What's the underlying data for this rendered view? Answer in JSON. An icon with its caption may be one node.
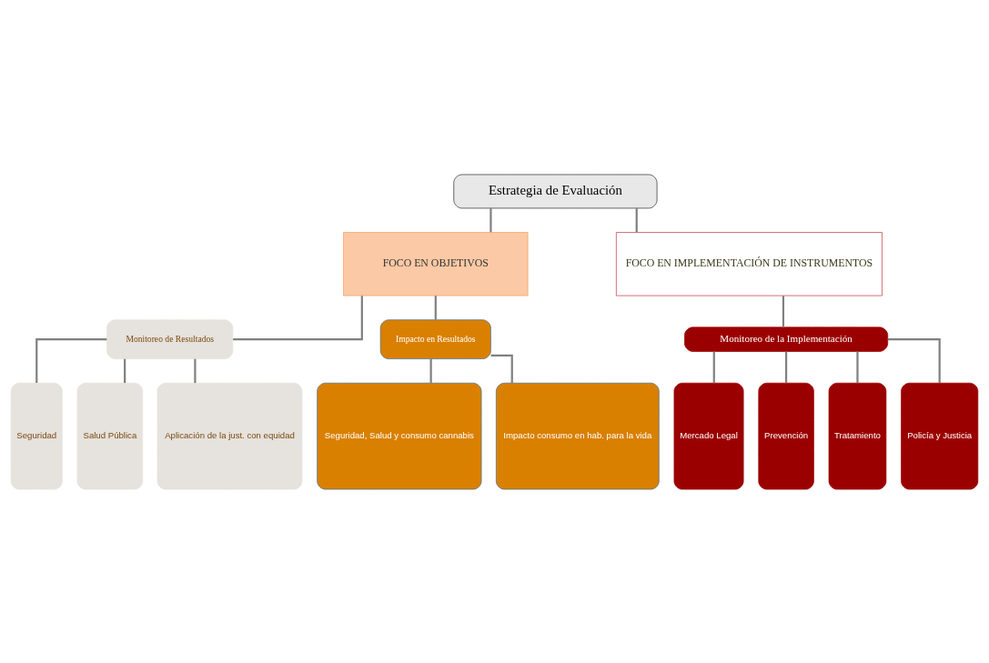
{
  "diagram": {
    "nodes": [
      {
        "text": [
          "Estrategia de Evaluación"
        ]
      },
      {
        "text": [
          "FOCO EN OBJETIVOS"
        ]
      },
      {
        "text": [
          "FOCO EN IMPLEMENTACIÓN DE INSTRUMENTOS"
        ]
      },
      {
        "text": [
          "Monitoreo de Resultados"
        ]
      },
      {
        "text": [
          "Impacto en Resultados"
        ]
      },
      {
        "text": [
          "Seguridad"
        ]
      },
      {
        "text": [
          "Salud Pública"
        ]
      },
      {
        "text": [
          "Aplicación de la just. con equidad"
        ]
      },
      {
        "text": [
          "Seguridad, Salud y consumo cannabis"
        ]
      },
      {
        "text": [
          "Impacto consumo en hab. para la vida"
        ]
      },
      {
        "text": [
          "Monitoreo de la Implementación"
        ]
      },
      {
        "text": [
          "Mercado Legal"
        ]
      },
      {
        "text": [
          "Prevención"
        ]
      },
      {
        "text": [
          "Tratamiento"
        ]
      },
      {
        "text": [
          "Policía y Justicia"
        ]
      }
    ],
    "edges": [
      {
        "from": 0,
        "to": 1,
        "arrow": "none"
      },
      {
        "from": 0,
        "to": 2,
        "arrow": "none"
      },
      {
        "from": 1,
        "to": 3,
        "arrow": "none"
      },
      {
        "from": 1,
        "to": 4,
        "arrow": "none"
      },
      {
        "from": 3,
        "to": 5,
        "arrow": "none"
      },
      {
        "from": 3,
        "to": 6,
        "arrow": "none"
      },
      {
        "from": 3,
        "to": 7,
        "arrow": "none"
      },
      {
        "from": 4,
        "to": 8,
        "arrow": "none"
      },
      {
        "from": 4,
        "to": 9,
        "arrow": "none"
      },
      {
        "from": 2,
        "to": 10,
        "arrow": "none"
      },
      {
        "from": 10,
        "to": 11,
        "arrow": "none"
      },
      {
        "from": 10,
        "to": 12,
        "arrow": "none"
      },
      {
        "from": 10,
        "to": 13,
        "arrow": "none"
      },
      {
        "from": 10,
        "to": 14,
        "arrow": "none"
      }
    ]
  }
}
